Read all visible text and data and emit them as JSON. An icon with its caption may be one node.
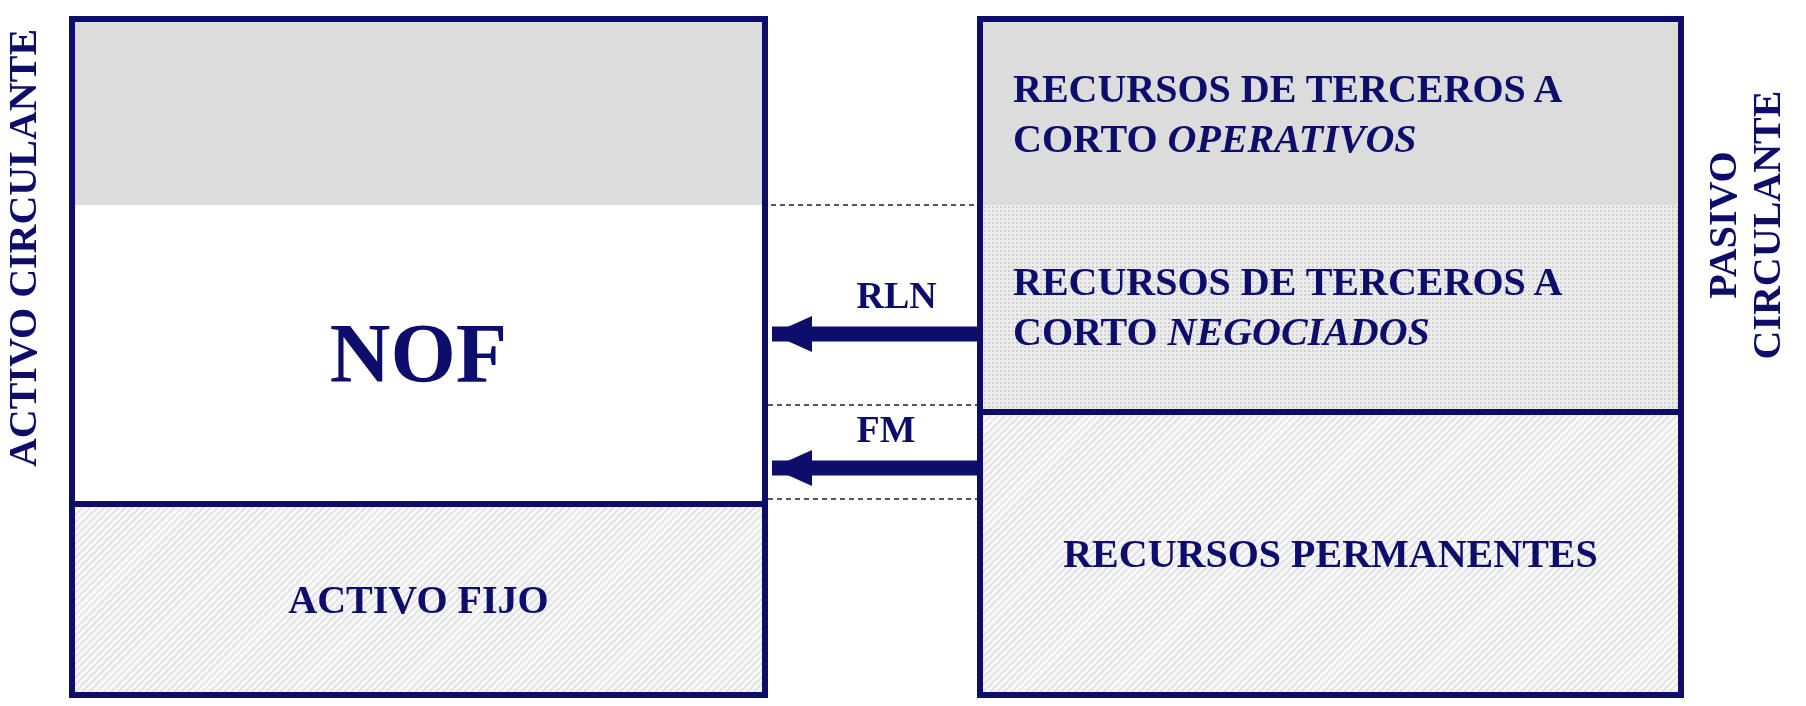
{
  "diagram": {
    "nodes": [
      {
        "text": [],
        "shape": "box"
      },
      {
        "text": [
          "NOF"
        ]
      },
      {
        "text": [
          "ACTIVO FIJO"
        ]
      },
      {
        "text": [
          "RECURSOS DE TERCEROS A CORTO *OPERATIVOS*"
        ]
      },
      {
        "text": [
          "RECURSOS DE TERCEROS A CORTO *NEGOCIADOS*"
        ]
      },
      {
        "text": [
          "RECURSOS PERMANENTES"
        ]
      }
    ],
    "edges": [
      {
        "from": 4,
        "to": 1,
        "arrow": "to",
        "label": "RLN"
      },
      {
        "from": 5,
        "to": 1,
        "arrow": "to",
        "label": "FM"
      }
    ],
    "labels": [
      "ACTIVO CIRCULANTE",
      "PASIVO CIRCULANTE"
    ]
  }
}
